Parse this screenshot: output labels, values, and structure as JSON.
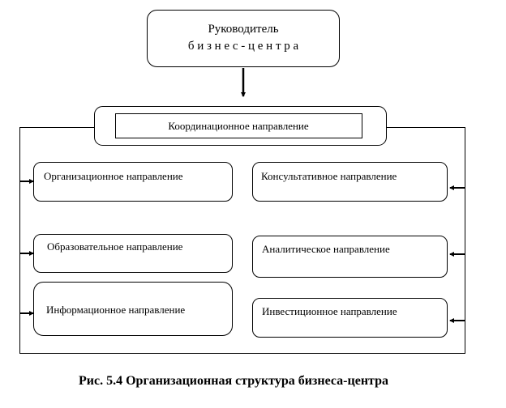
{
  "head": {
    "line1": "Руководитель",
    "line2": "б и з н е с - ц е н т р а"
  },
  "coordination": "Координационное направление",
  "left_units": [
    "Организационное направление",
    "Образовательное  направление",
    "Информационное направление"
  ],
  "right_units": [
    "Консультативное направление",
    "Аналитическое направление",
    "Инвестиционное направление"
  ],
  "caption": "Рис. 5.4  Организационная структура бизнеса-центра"
}
